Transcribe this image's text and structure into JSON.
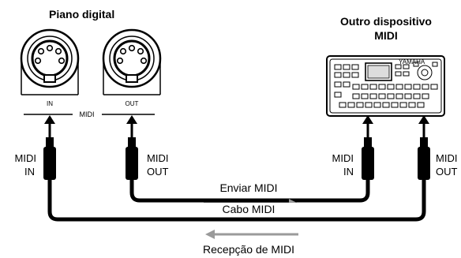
{
  "left_device": {
    "title": "Piano digital",
    "port_in": "IN",
    "port_out": "OUT",
    "bus_label": "MIDI"
  },
  "right_device": {
    "title_line1": "Outro dispositivo",
    "title_line2": "MIDI",
    "brand": "YAMAHA"
  },
  "connectors": {
    "left_in": {
      "line1": "MIDI",
      "line2": "IN"
    },
    "left_out": {
      "line1": "MIDI",
      "line2": "OUT"
    },
    "right_in": {
      "line1": "MIDI",
      "line2": "IN"
    },
    "right_out": {
      "line1": "MIDI",
      "line2": "OUT"
    }
  },
  "flow": {
    "send": "Enviar MIDI",
    "cable": "Cabo MIDI",
    "receive": "Recepção de MIDI"
  },
  "colors": {
    "line": "#000000",
    "arrow": "#9a9a9a"
  }
}
